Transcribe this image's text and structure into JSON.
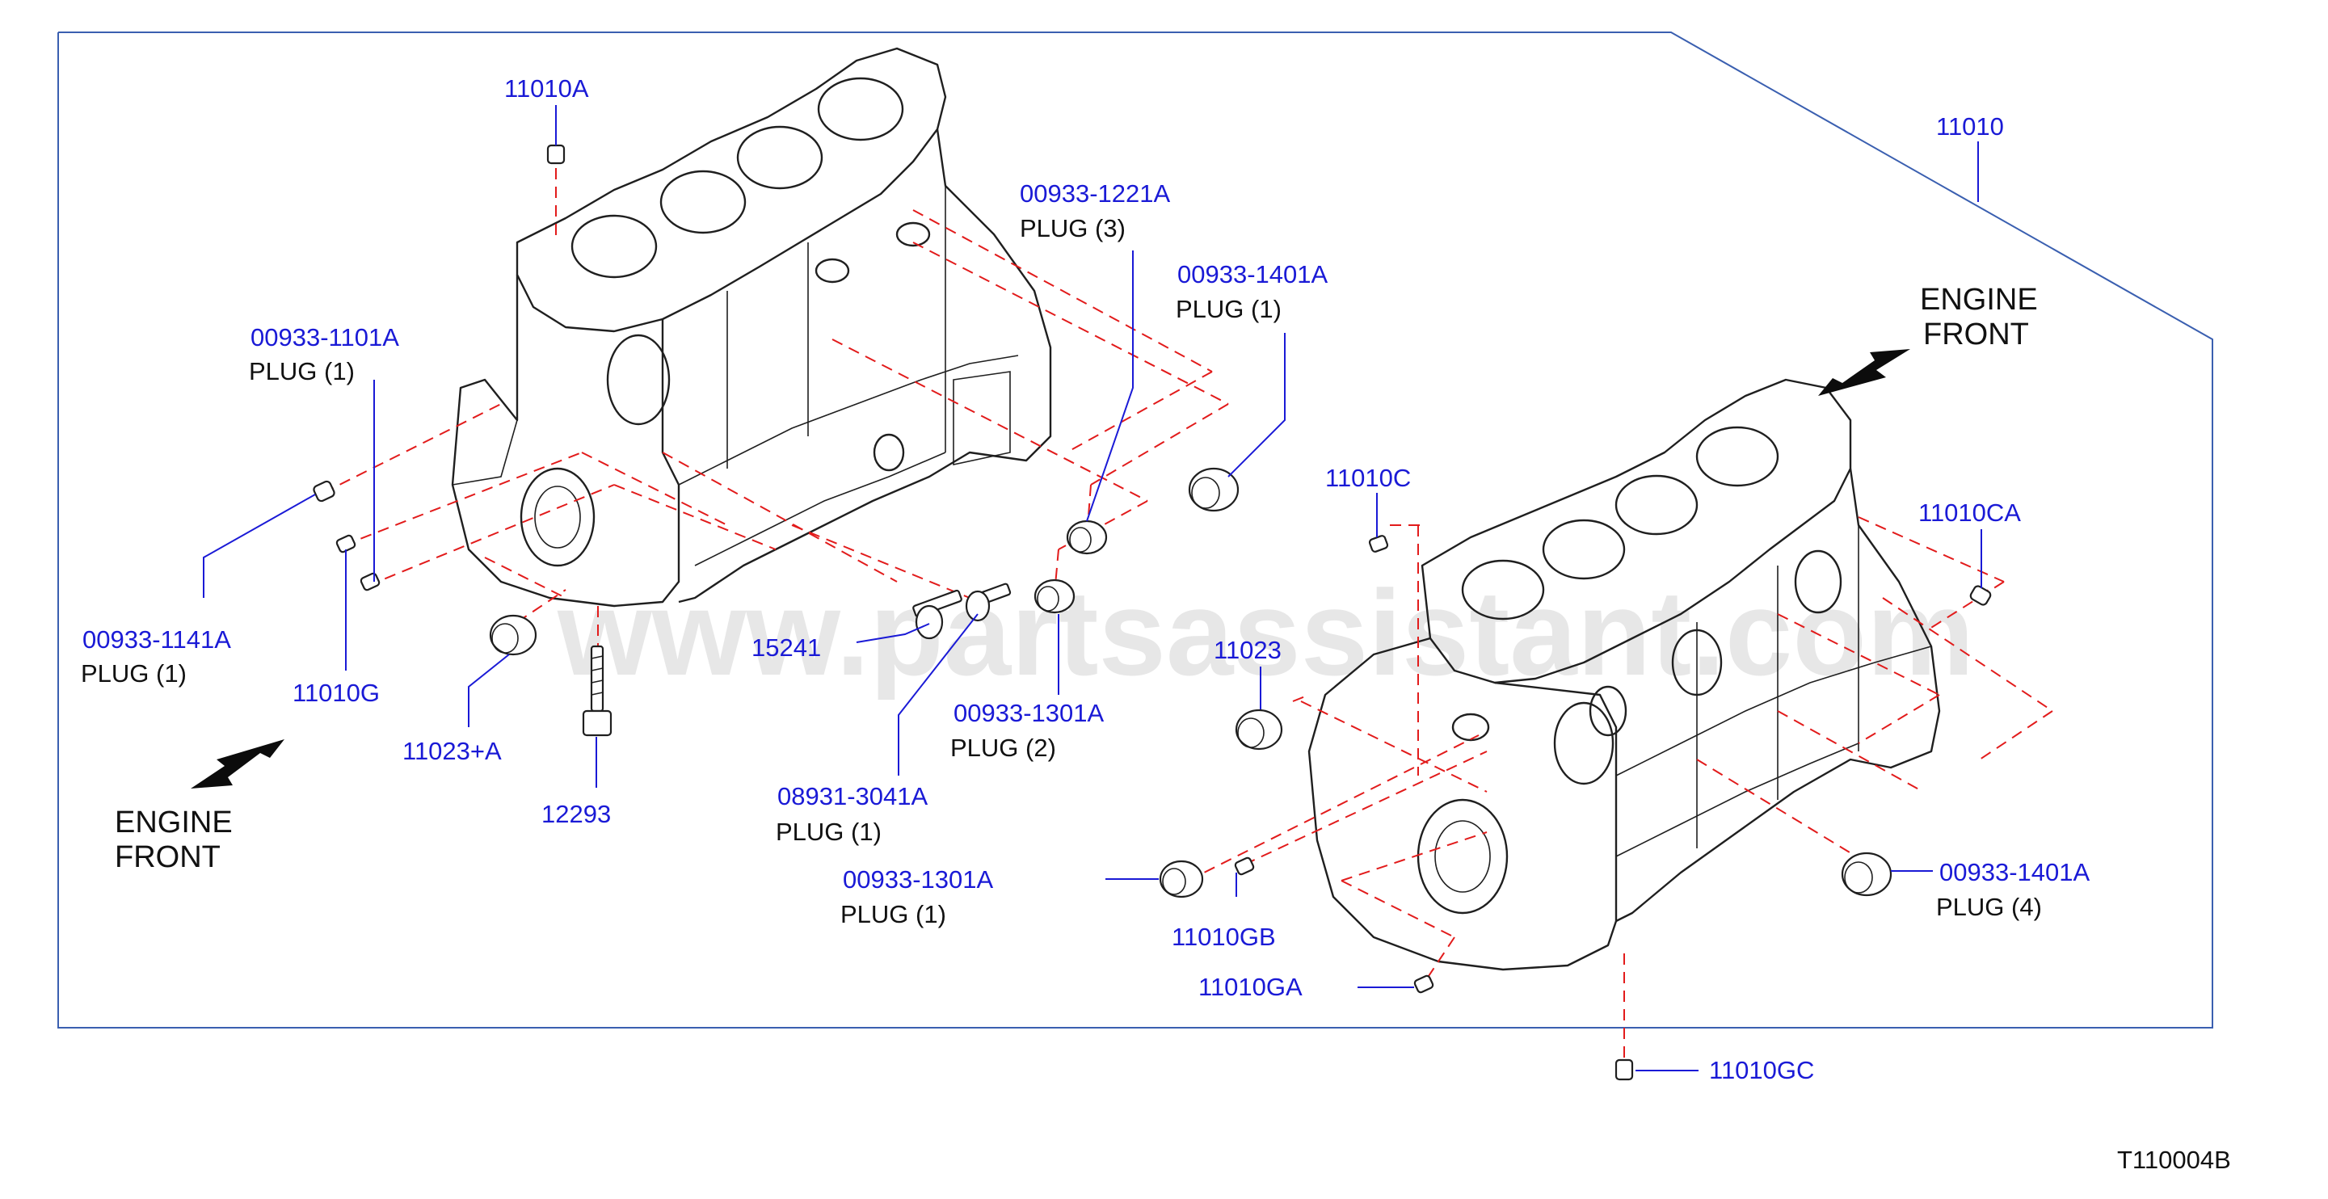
{
  "diagram_id": "T110004B",
  "group_ref": "11010",
  "watermark": "www.partsassistant.com",
  "engine_front_left": [
    "ENGINE",
    "FRONT"
  ],
  "engine_front_right": [
    "ENGINE",
    "FRONT"
  ],
  "callouts": {
    "c11010": "11010",
    "c11010A": "11010A",
    "c00933_1221A": "00933-1221A",
    "c00933_1221A_desc": "PLUG   (3)",
    "c00933_1401A_top": "00933-1401A",
    "c00933_1401A_top_desc": "PLUG   (1)",
    "c00933_1101A": "00933-1101A",
    "c00933_1101A_desc": "PLUG   (1)",
    "c00933_1141A": "00933-1141A",
    "c00933_1141A_desc": "PLUG   (1)",
    "c11010G": "11010G",
    "c11023A": "11023+A",
    "c12293": "12293",
    "c15241": "15241",
    "c00933_1301A_top": "00933-1301A",
    "c00933_1301A_top_desc": "PLUG   (2)",
    "c08931_3041A": "08931-3041A",
    "c08931_3041A_desc": "PLUG   (1)",
    "c00933_1301A_bot": "00933-1301A",
    "c00933_1301A_bot_desc": "PLUG   (1)",
    "c11010C": "11010C",
    "c11010CA": "11010CA",
    "c11023": "11023",
    "c11010GB": "11010GB",
    "c11010GA": "11010GA",
    "c11010GC": "11010GC",
    "c00933_1401A_bot": "00933-1401A",
    "c00933_1401A_bot_desc": "PLUG   (4)"
  },
  "colors": {
    "callout_text": "#1a1ad6",
    "leader_line": "#1a1ad6",
    "dashed_line": "#e21b1b",
    "outline": "#1f1f1f"
  }
}
